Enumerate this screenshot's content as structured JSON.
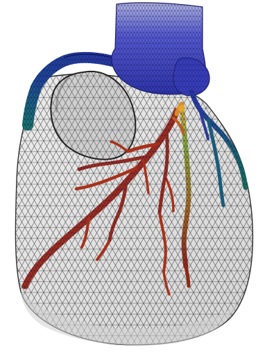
{
  "figure": {
    "description_free": true,
    "colors": {
      "background": "#ffffff",
      "heart_fill": "#e3e3e3",
      "heart_edge": "#303030",
      "mesh_line": "#1e1e1e",
      "aorta_fill": "#4a4fcf",
      "aorta_dark": "#2f2f9a",
      "vessel_cold": "#1f2a9a",
      "vessel_teal": "#1a6a78",
      "vessel_green": "#3f8f3f",
      "vessel_yellow": "#c9c83a",
      "vessel_orange": "#d97a2a",
      "vessel_red": "#b5301a",
      "vessel_deep_red": "#8a1a10"
    },
    "parts": [
      "heart-body",
      "left-atrium-opening",
      "aorta",
      "left-branch-vessel",
      "right-coronary-tree",
      "left-anterior-descending",
      "circumflex-branch"
    ]
  }
}
